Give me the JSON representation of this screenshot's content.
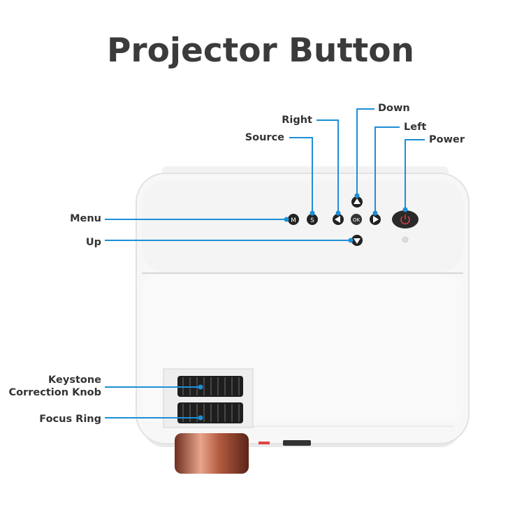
{
  "title": "Projector Button",
  "line_color": "#1c8fd8",
  "labels": {
    "down": "Down",
    "right": "Right",
    "left": "Left",
    "source": "Source",
    "power": "Power",
    "menu": "Menu",
    "up": "Up",
    "keystone_line1": "Keystone",
    "keystone_line2": "Correction Knob",
    "focus": "Focus Ring"
  },
  "buttons": {
    "menu": "M",
    "source": "S",
    "ok": "OK"
  }
}
